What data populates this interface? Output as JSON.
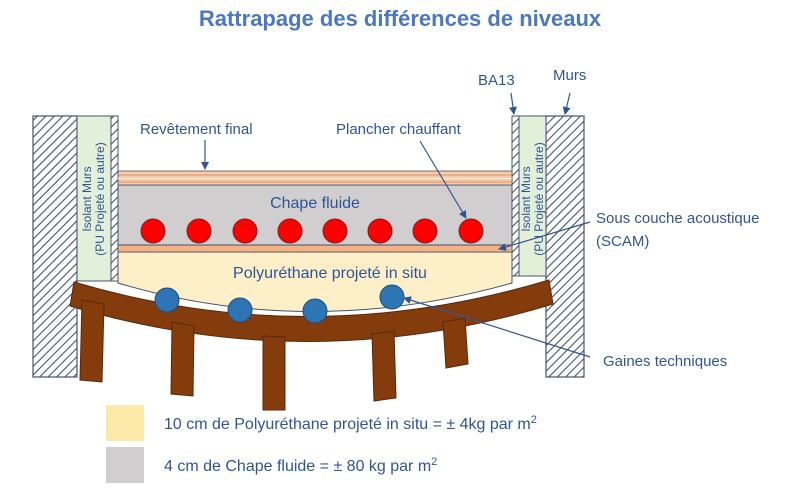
{
  "title": "Rattrapage des différences de niveaux",
  "labels": {
    "ba13": "BA13",
    "murs": "Murs",
    "revetement": "Revêtement final",
    "plancher": "Plancher chauffant",
    "chape": "Chape fluide",
    "polyurethane": "Polyuréthane projeté in situ",
    "sous_couche_line1": "Sous couche acoustique",
    "sous_couche_line2": "(SCAM)",
    "gaines": "Gaines techniques",
    "isolant_line1": "Isolant Murs",
    "isolant_line2": "(PU Projeté ou autre)"
  },
  "legend": [
    {
      "text": "10 cm de Polyuréthane projeté in situ = ± 4kg par m",
      "sup": "2",
      "color": "#fde9a9"
    },
    {
      "text": "4 cm de Chape fluide = ± 80 kg par m",
      "sup": "2",
      "color": "#d0cece"
    }
  ],
  "colors": {
    "accent": "#2f5597",
    "title": "#4a78c2",
    "wall_hatch": "#44546a",
    "insulation": "#e2efd9",
    "chape": "#d0cece",
    "polyurethane": "#fdf0c8",
    "revetement": "#f8cbad",
    "heating_tubes": "#ff0000",
    "conduits": "#2e75b6",
    "timber": "#843c0c"
  }
}
